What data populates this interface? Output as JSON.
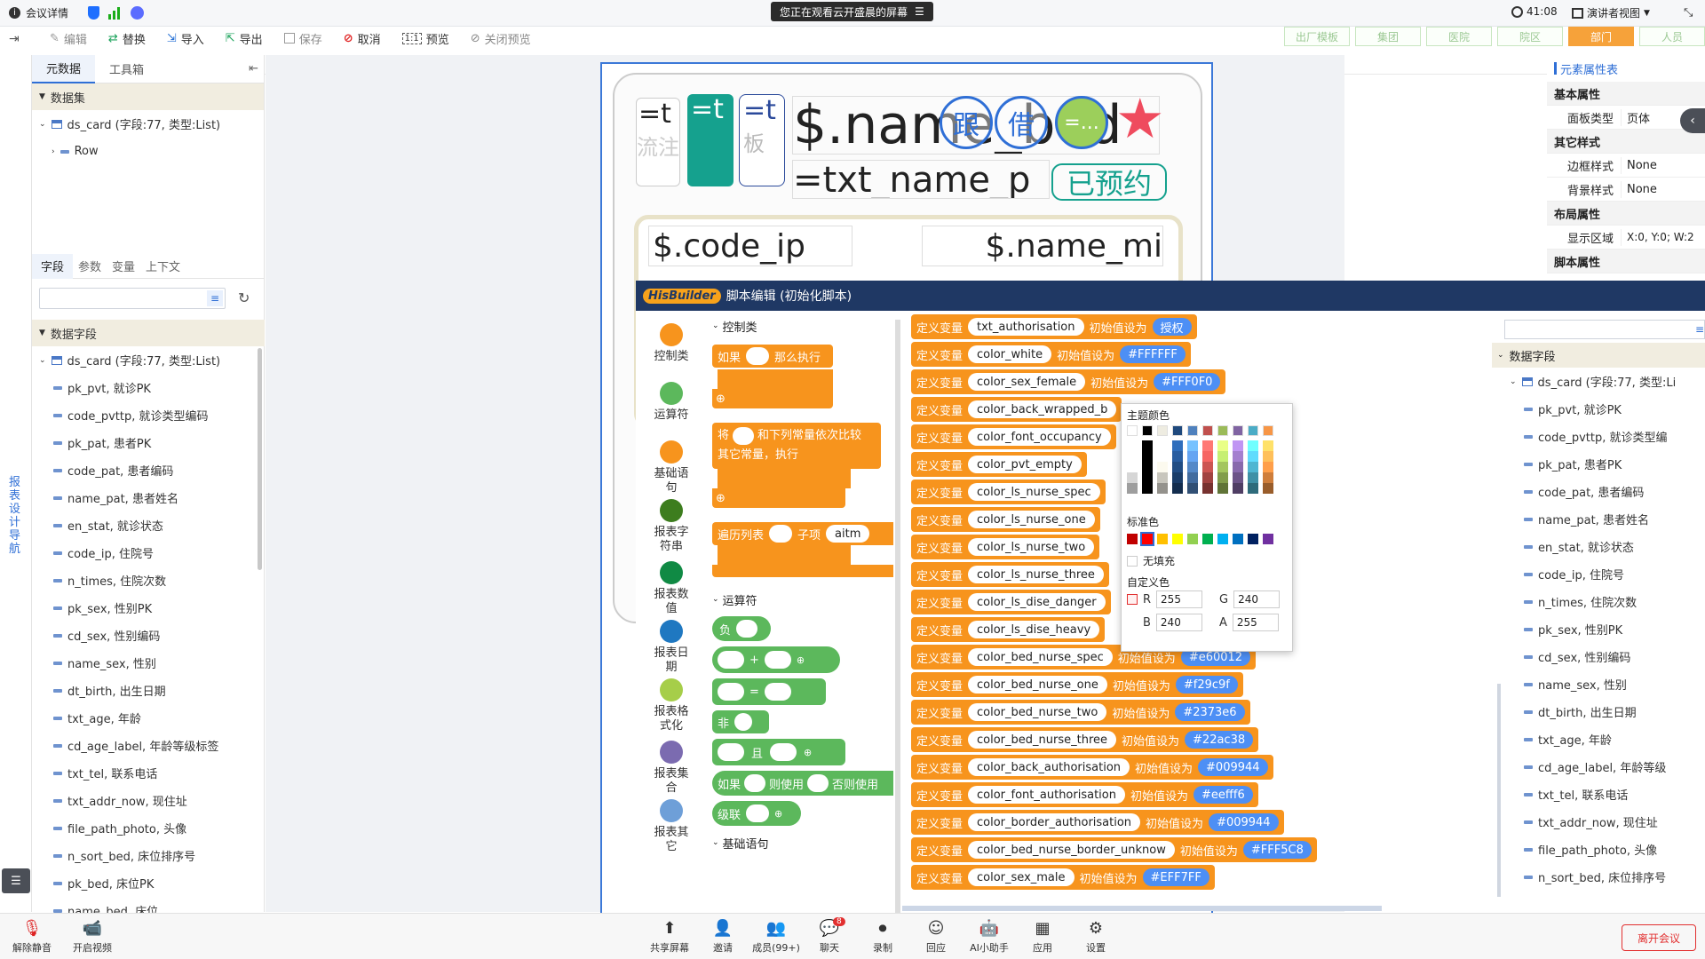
{
  "topbar": {
    "title": "会议详情",
    "sharing_notice": "您正在观看云开盛晨的屏幕",
    "time": "41:08",
    "view_mode": "演讲者视图"
  },
  "toolbar": {
    "items": [
      "编辑",
      "替换",
      "导入",
      "导出",
      "保存",
      "取消",
      "预览",
      "关闭预览"
    ],
    "right_tabs": [
      "出厂模板",
      "集团",
      "医院",
      "院区",
      "部门",
      "人员"
    ],
    "active_tab": "部门"
  },
  "left": {
    "tabs": [
      "元数据",
      "工具箱"
    ],
    "dataset_header": "数据集",
    "ds_card": "ds_card (字段:77, 类型:List)",
    "row": "Row",
    "subtabs": [
      "字段",
      "参数",
      "变量",
      "上下文"
    ],
    "fields_header": "数据字段",
    "fields": [
      "pk_pvt, 就诊PK",
      "code_pvttp, 就诊类型编码",
      "pk_pat, 患者PK",
      "code_pat, 患者编码",
      "name_pat, 患者姓名",
      "en_stat, 就诊状态",
      "code_ip, 住院号",
      "n_times, 住院次数",
      "pk_sex, 性别PK",
      "cd_sex, 性别编码",
      "name_sex, 性别",
      "dt_birth, 出生日期",
      "txt_age, 年龄",
      "cd_age_label, 年龄等级标签",
      "txt_tel, 联系电话",
      "txt_addr_now, 现住址",
      "file_path_photo, 头像",
      "n_sort_bed, 床位排序号",
      "pk_bed, 床位PK",
      "name_bed, 床位"
    ],
    "side_nav": "报表设计导航"
  },
  "right": {
    "title": "元素属性表",
    "basic": "基本属性",
    "panel_type_label": "面板类型",
    "panel_type_value": "页体",
    "other_style": "其它样式",
    "border_label": "边框样式",
    "border_value": "None",
    "bg_label": "背景样式",
    "bg_value": "None",
    "layout": "布局属性",
    "area_label": "显示区域",
    "area_value": "X:0, Y:0; W:2",
    "script": "脚本属性"
  },
  "canvas": {
    "t1": "=t",
    "t1b": "流注",
    "t2": "=t",
    "t3": "=t",
    "t3b": "板",
    "name_big": "$.name_bed",
    "circle1": "跟",
    "circle2": "借",
    "circle3": "=...",
    "txt_name": "=txt_name_p",
    "reserved": "已预约",
    "code_ip": "$.code_ip",
    "name_mi": "$.name_mi"
  },
  "script": {
    "brand": "HisBuilder",
    "title": "脚本编辑 (初始化脚本)",
    "categories": [
      "控制类",
      "运算符",
      "基础语句",
      "报表字符串",
      "报表数值",
      "报表日期",
      "报表格式化",
      "报表集合",
      "报表其它"
    ],
    "category_colors": [
      "#f7941d",
      "#5cb85c",
      "#f7941d",
      "#3d7d1e",
      "#108a44",
      "#1f78c1",
      "#a6ce49",
      "#7b6bb0",
      "#6e9fd8"
    ],
    "section_control": "控制类",
    "if_then": "如果",
    "then_do": "那么执行",
    "compare_a": "将",
    "compare_b": "和下列常量依次比较",
    "else_const": "其它常量，执行",
    "foreach": "遍历列表",
    "child": "子项",
    "aitm": "aitm",
    "section_op": "运算符",
    "neg": "负",
    "plus": "+",
    "eq": "=",
    "not": "非",
    "and": "且",
    "ternary_a": "如果",
    "ternary_b": "则使用",
    "ternary_c": "否则使用",
    "concat": "级联",
    "section_basic": "基础语句",
    "define": "定义变量",
    "init": "初始值设为",
    "vars": [
      {
        "name": "txt_authorisation",
        "value": "授权"
      },
      {
        "name": "color_white",
        "value": "#FFFFFF"
      },
      {
        "name": "color_sex_female",
        "value": "#FFF0F0"
      },
      {
        "name": "color_back_wrapped_b",
        "value": ""
      },
      {
        "name": "color_font_occupancy",
        "value": ""
      },
      {
        "name": "color_pvt_empty",
        "value": ""
      },
      {
        "name": "color_ls_nurse_spec",
        "value": ""
      },
      {
        "name": "color_ls_nurse_one",
        "value": ""
      },
      {
        "name": "color_ls_nurse_two",
        "value": ""
      },
      {
        "name": "color_ls_nurse_three",
        "value": ""
      },
      {
        "name": "color_ls_dise_danger",
        "value": ""
      },
      {
        "name": "color_ls_dise_heavy",
        "value": ""
      },
      {
        "name": "color_bed_nurse_spec",
        "value": "#e60012"
      },
      {
        "name": "color_bed_nurse_one",
        "value": "#f29c9f"
      },
      {
        "name": "color_bed_nurse_two",
        "value": "#2373e6"
      },
      {
        "name": "color_bed_nurse_three",
        "value": "#22ac38"
      },
      {
        "name": "color_back_authorisation",
        "value": "#009944"
      },
      {
        "name": "color_font_authorisation",
        "value": "#eefff6"
      },
      {
        "name": "color_border_authorisation",
        "value": "#009944"
      },
      {
        "name": "color_bed_nurse_border_unknow",
        "value": "#FFF5C8"
      },
      {
        "name": "color_sex_male",
        "value": "#EFF7FF"
      }
    ],
    "right_fields_header": "数据字段",
    "right_ds_card": "ds_card (字段:77, 类型:Li",
    "right_fields": [
      "pk_pvt, 就诊PK",
      "code_pvttp, 就诊类型编",
      "pk_pat, 患者PK",
      "code_pat, 患者编码",
      "name_pat, 患者姓名",
      "en_stat, 就诊状态",
      "code_ip, 住院号",
      "n_times, 住院次数",
      "pk_sex, 性别PK",
      "cd_sex, 性别编码",
      "name_sex, 性别",
      "dt_birth, 出生日期",
      "txt_age, 年龄",
      "cd_age_label, 年龄等级",
      "txt_tel, 联系电话",
      "txt_addr_now, 现住址",
      "file_path_photo, 头像",
      "n_sort_bed, 床位排序号"
    ]
  },
  "picker": {
    "theme": "主题颜色",
    "standard": "标准色",
    "no_fill": "无填充",
    "custom": "自定义色",
    "r": "255",
    "g": "240",
    "b": "240",
    "a": "255",
    "theme_top": [
      "#ffffff",
      "#000000",
      "#eeece1",
      "#1f497d",
      "#4f81bd",
      "#c0504d",
      "#9bbb59",
      "#8064a2",
      "#4bacc6",
      "#f79646"
    ],
    "standard_colors": [
      "#c00000",
      "#ff0000",
      "#ffc000",
      "#ffff00",
      "#92d050",
      "#00b050",
      "#00b0f0",
      "#0070c0",
      "#002060",
      "#7030a0"
    ]
  },
  "bottom": {
    "items": [
      "解除静音",
      "开启视频",
      "共享屏幕",
      "邀请",
      "成员(99+)",
      "聊天",
      "录制",
      "回应",
      "AI小助手",
      "应用",
      "设置"
    ],
    "chat_badge": "8",
    "leave": "离开会议"
  }
}
